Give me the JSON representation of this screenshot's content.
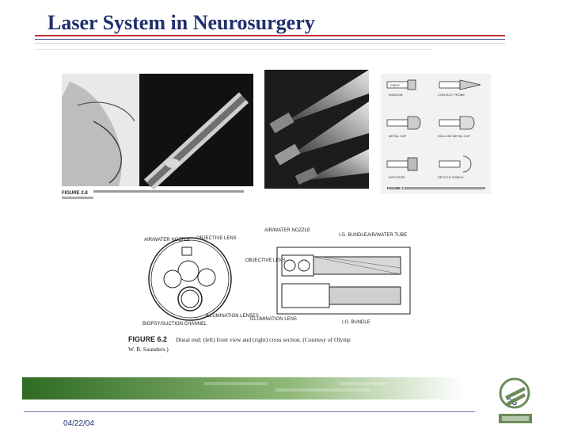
{
  "slide": {
    "title": "Laser System in Neurosurgery",
    "date": "04/22/04",
    "page_number": "33"
  },
  "figures": {
    "fig1_caption": "FIGURE 2.8",
    "fig3_caption": "FIGURE 2.2",
    "fig4_caption_label": "FIGURE 6.2",
    "fig4_caption_text": "Distal end: (left) front view and (right) cross section. (Courtesy of Olymp",
    "fig4_caption_line2": "W. B. Saunders.)",
    "fig4_labels": {
      "air_water_nozzle_left": "AIR/WATER NOZZLE",
      "objective_lens_left": "OBJECTIVE LENS",
      "illumination_lenses": "ILLUMINATION LENSES",
      "biopsy_channel": "BIOPSY/SUCTION CHANNEL",
      "air_water_nozzle_right": "AIR/WATER NOZZLE",
      "ig_bundle_top": "I.G. BUNDLE",
      "air_water_tube": "AIR/WATER TUBE",
      "objective_lens_right": "OBJECTIVE LENS",
      "illumination_lens": "ILLUMINATION LENS",
      "ig_bundle_bottom": "I.G. BUNDLE"
    },
    "fig3_labels": {
      "window": "WINDOW",
      "contact_probe": "CONTACT PROBE",
      "metal_cap": "METAL CAP",
      "hollow_metal_cap": "HOLLOW METAL CAP",
      "diffusor": "DIFFUSOR",
      "reticle_shield": "RETICLE SHIELD",
      "fiber": "FIBER"
    }
  },
  "colors": {
    "title": "#1f2f6e",
    "rule_red": "#c0303a",
    "rule_blue": "#3a4a8c",
    "footer_green": "#3f7a2f"
  }
}
